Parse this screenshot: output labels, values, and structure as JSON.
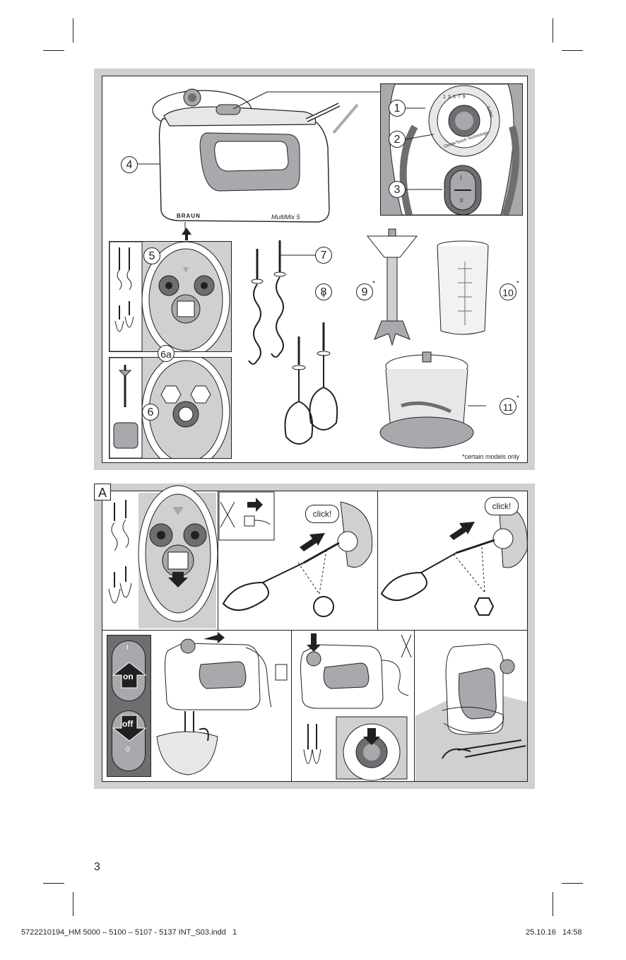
{
  "figure1": {
    "callouts": [
      "1",
      "2",
      "3",
      "4",
      "5",
      "6a",
      "6",
      "7",
      "8",
      "9",
      "10",
      "11"
    ],
    "asterisk": "*",
    "brand_logo": "BRAUN",
    "model_label": "MultiMix 5",
    "dial_scale": [
      "1",
      "3",
      "5",
      "7",
      "9",
      "turbo"
    ],
    "dial_text": "GentleTouch Technology",
    "switch_on": "I",
    "switch_off": "0",
    "footnote": "*certain models only"
  },
  "figureA": {
    "label": "A",
    "click_1": "click!",
    "click_2": "click!",
    "on_label": "on",
    "off_label": "off",
    "switch_on": "I",
    "switch_off": "0"
  },
  "page_number": "3",
  "footer": {
    "file": "5722210194_HM 5000 – 5100 – 5107 - 5137 INT_S03.indd   1",
    "date": "25.10.16   14:58"
  },
  "colors": {
    "panel_gray": "#cfd0d1",
    "ink": "#231f20",
    "dark_gray": "#6d6e70",
    "mid_gray": "#a7a9ac"
  }
}
